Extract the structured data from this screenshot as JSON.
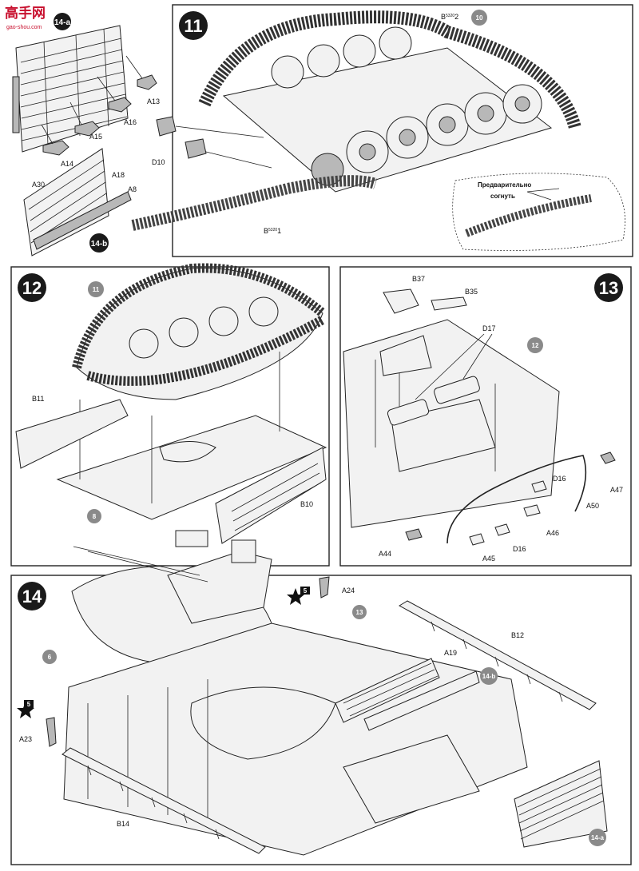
{
  "watermark": {
    "brand_text": "高手网",
    "url": "gao-shou.com"
  },
  "colors": {
    "step_circle": "#1a1a1a",
    "ref_circle": "#8a8a8a",
    "watermark": "#c8102e",
    "line": "#222222"
  },
  "steps": {
    "step_14a_header": {
      "sub_label": "14-a",
      "sub_label_b": "14-b",
      "parts": [
        "A13",
        "A16",
        "A15",
        "A14",
        "A30",
        "A18",
        "A8"
      ]
    },
    "step11": {
      "number": "11",
      "ref": "10",
      "parts": [
        "D10"
      ],
      "track_top": "B",
      "track_top_sup": "5320",
      "track_top_suffix": "2",
      "track_bottom": "B",
      "track_bottom_sup": "5320",
      "track_bottom_suffix": "1",
      "callout_line1": "Предварительно",
      "callout_line2": "согнуть"
    },
    "step12": {
      "number": "12",
      "ref_top": "11",
      "ref_bottom": "8",
      "parts": [
        "B11",
        "B10"
      ]
    },
    "step13": {
      "number": "13",
      "ref": "12",
      "parts": [
        "B37",
        "B35",
        "D17",
        "A47",
        "D16",
        "A50",
        "A46",
        "A44",
        "A45",
        "D16"
      ]
    },
    "step14": {
      "number": "14",
      "ref_turret": "6",
      "ref_hull": "13",
      "star_value": "5",
      "star_value_2": "5",
      "parts": [
        "A24",
        "A23",
        "A19",
        "B12",
        "B14"
      ],
      "sub_a": "14-a",
      "sub_b": "14-b"
    }
  }
}
